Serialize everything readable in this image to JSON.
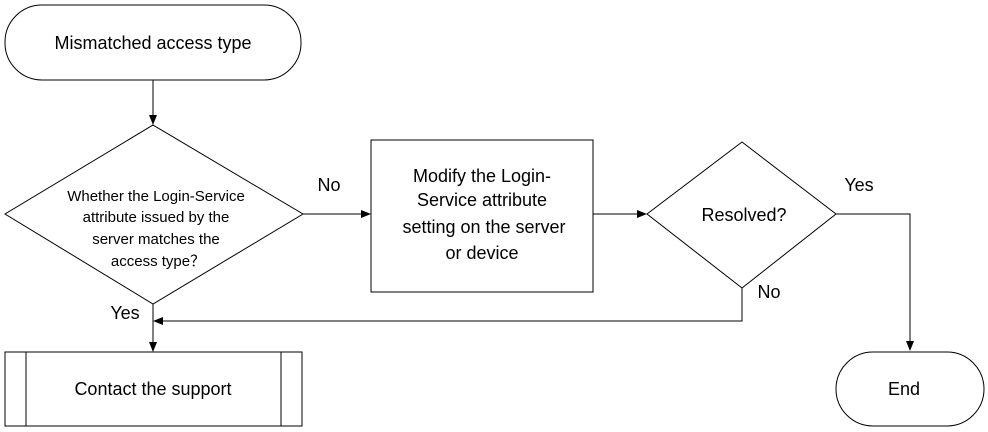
{
  "nodes": {
    "start": {
      "text": "Mismatched access type"
    },
    "decision1": {
      "lines": [
        "Whether the Login-Service",
        "attribute issued by the",
        "server matches the",
        "access type？"
      ]
    },
    "process": {
      "lines": [
        "Modify the Login-",
        "Service attribute",
        "setting on the server",
        "or device"
      ]
    },
    "decision2": {
      "text": "Resolved?"
    },
    "support": {
      "text": "Contact the support"
    },
    "end": {
      "text": "End"
    }
  },
  "edge_labels": {
    "d1_no": "No",
    "d1_yes": "Yes",
    "d2_yes": "Yes",
    "d2_no": "No"
  }
}
